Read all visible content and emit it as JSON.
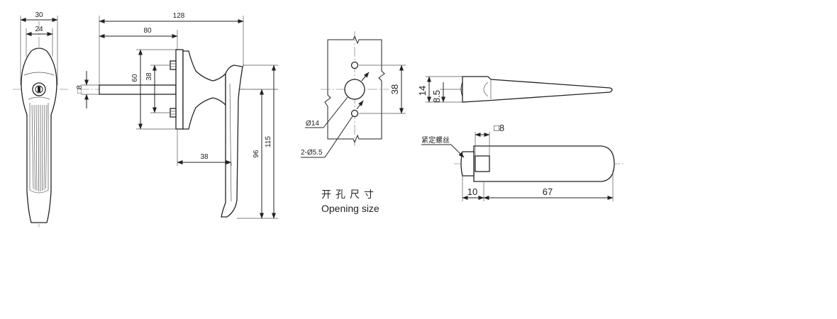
{
  "front_view": {
    "dim_width_outer": "30",
    "dim_width_inner": "24",
    "dim_shaft_square": "□8"
  },
  "side_view": {
    "dim_total_length": "128",
    "dim_flange_offset": "80",
    "dim_flange_height": "60",
    "dim_screw_pitch": "38",
    "dim_handle_reach": "38",
    "dim_handle_drop": "96",
    "dim_total_height": "115"
  },
  "cutout": {
    "dim_hole_pitch": "38",
    "dim_center_hole": "Ø14",
    "dim_screw_holes": "2-Ø5.5",
    "caption_cn": "开孔尺寸",
    "caption_en": "Opening size"
  },
  "top_view": {
    "dim_height": "14",
    "dim_half_height": "8.5"
  },
  "bottom_view": {
    "set_screw_label": "紧定螺丝",
    "dim_square": "□8",
    "dim_boss_length": "10",
    "dim_handle_length": "67"
  }
}
